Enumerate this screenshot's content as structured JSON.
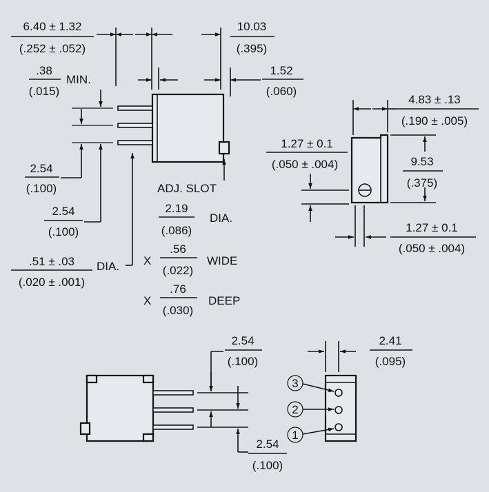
{
  "side_view": {
    "dim_overall": {
      "mm": "6.40 ± 1.32",
      "inch": "(.252 ± .052)"
    },
    "dim_width": {
      "mm": "10.03",
      "inch": "(.395)"
    },
    "dim_min": {
      "mm": ".38",
      "inch": "(.015)",
      "suffix": "MIN."
    },
    "dim_slot_offset": {
      "mm": "1.52",
      "inch": "(.060)"
    },
    "dim_pitch_1": {
      "mm": "2.54",
      "inch": "(.100)"
    },
    "dim_pitch_2": {
      "mm": "2.54",
      "inch": "(.100)"
    },
    "dim_pin_dia": {
      "mm": ".51 ± .03",
      "inch": "(.020 ± .001)",
      "suffix": "DIA."
    },
    "adj_slot": {
      "title": "ADJ. SLOT",
      "dia": {
        "mm": "2.19",
        "inch": "(.086)",
        "suffix": "DIA."
      },
      "wide": {
        "prefix": "X",
        "mm": ".56",
        "inch": "(.022)",
        "suffix": "WIDE"
      },
      "deep": {
        "prefix": "X",
        "mm": ".76",
        "inch": "(.030)",
        "suffix": "DEEP"
      }
    }
  },
  "end_view": {
    "dim_depth": {
      "mm": "4.83 ± .13",
      "inch": "(.190 ± .005)"
    },
    "dim_height": {
      "mm": "9.53",
      "inch": "(.375)"
    },
    "dim_adj_pos": {
      "mm": "1.27 ± 0.1",
      "inch": "(.050 ± .004)"
    },
    "dim_pin_offset": {
      "mm": "1.27 ± 0.1",
      "inch": "(.050 ± .004)"
    }
  },
  "bottom_view": {
    "dim_pitch_top": {
      "mm": "2.54",
      "inch": "(.100)"
    },
    "dim_pitch_bottom": {
      "mm": "2.54",
      "inch": "(.100)"
    },
    "dim_row": {
      "mm": "2.41",
      "inch": "(.095)"
    },
    "pin_labels": [
      "3",
      "2",
      "1"
    ]
  }
}
